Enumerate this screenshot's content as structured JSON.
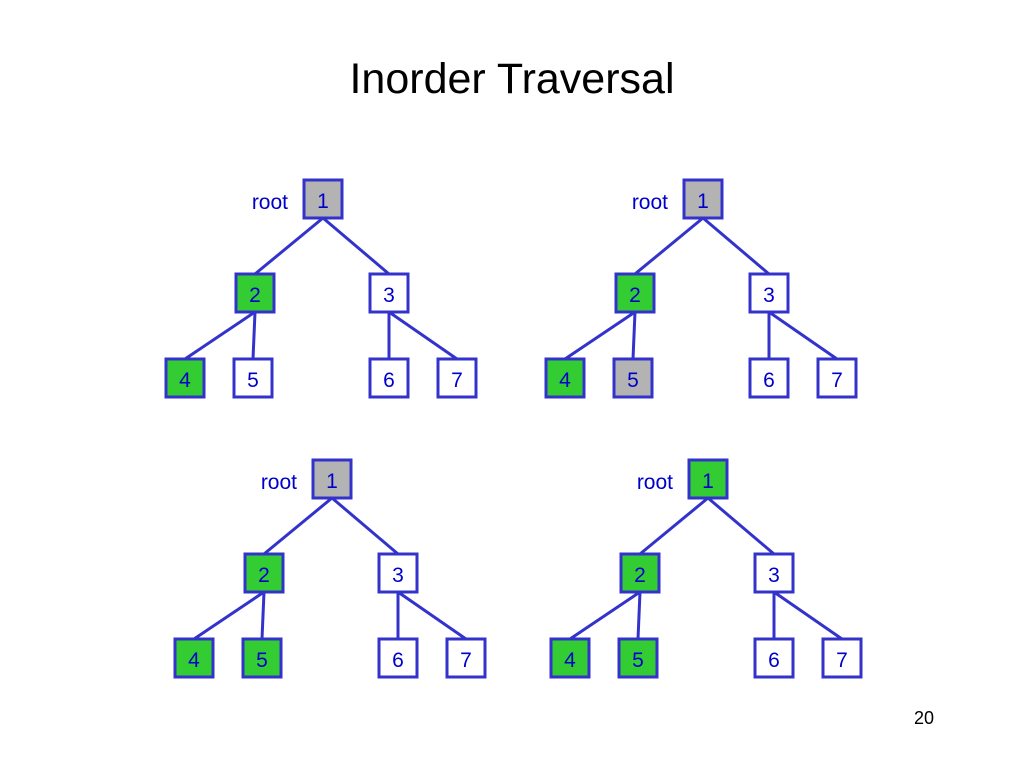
{
  "title": "Inorder Traversal",
  "page_number": "20",
  "colors": {
    "outline": "#3333cc",
    "text": "#0000cc",
    "visited": "#33cc33",
    "current": "#b3b3b3",
    "unvisited": "#ffffff"
  },
  "root_label": "root",
  "trees": [
    {
      "nodes": [
        {
          "label": "1",
          "state": "current"
        },
        {
          "label": "2",
          "state": "visited"
        },
        {
          "label": "3",
          "state": "unvisited"
        },
        {
          "label": "4",
          "state": "visited"
        },
        {
          "label": "5",
          "state": "unvisited"
        },
        {
          "label": "6",
          "state": "unvisited"
        },
        {
          "label": "7",
          "state": "unvisited"
        }
      ]
    },
    {
      "nodes": [
        {
          "label": "1",
          "state": "current"
        },
        {
          "label": "2",
          "state": "visited"
        },
        {
          "label": "3",
          "state": "unvisited"
        },
        {
          "label": "4",
          "state": "visited"
        },
        {
          "label": "5",
          "state": "current"
        },
        {
          "label": "6",
          "state": "unvisited"
        },
        {
          "label": "7",
          "state": "unvisited"
        }
      ]
    },
    {
      "nodes": [
        {
          "label": "1",
          "state": "current"
        },
        {
          "label": "2",
          "state": "visited"
        },
        {
          "label": "3",
          "state": "unvisited"
        },
        {
          "label": "4",
          "state": "visited"
        },
        {
          "label": "5",
          "state": "visited"
        },
        {
          "label": "6",
          "state": "unvisited"
        },
        {
          "label": "7",
          "state": "unvisited"
        }
      ]
    },
    {
      "nodes": [
        {
          "label": "1",
          "state": "visited"
        },
        {
          "label": "2",
          "state": "visited"
        },
        {
          "label": "3",
          "state": "unvisited"
        },
        {
          "label": "4",
          "state": "visited"
        },
        {
          "label": "5",
          "state": "visited"
        },
        {
          "label": "6",
          "state": "unvisited"
        },
        {
          "label": "7",
          "state": "unvisited"
        }
      ]
    }
  ]
}
